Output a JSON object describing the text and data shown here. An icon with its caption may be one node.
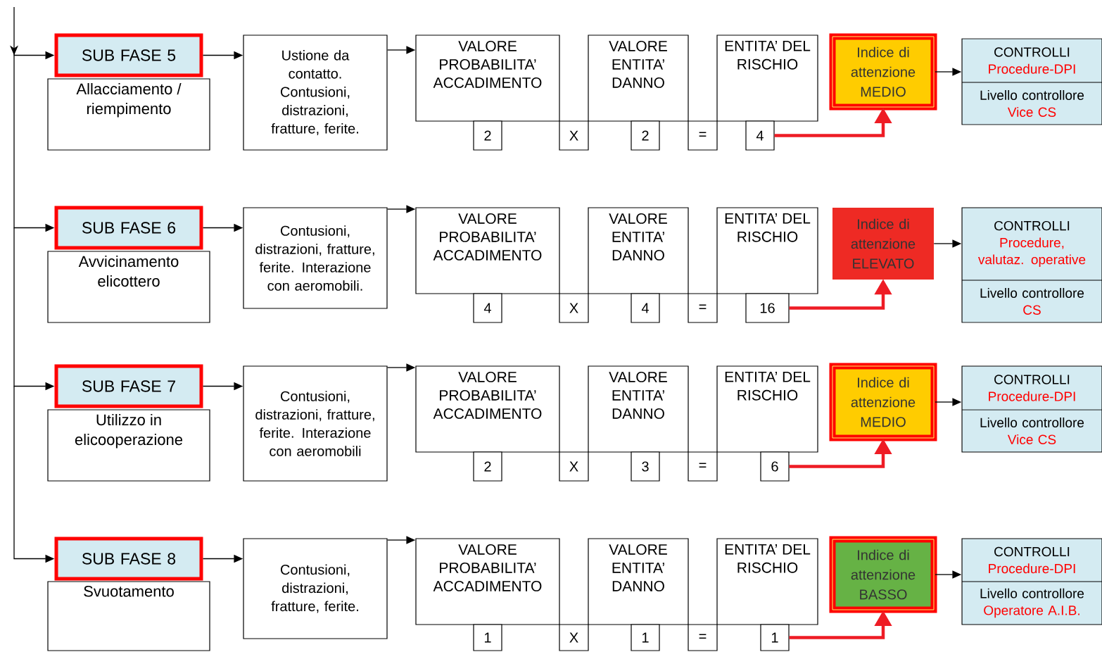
{
  "diagram": {
    "nodes": [
      {
        "text": [
          "SUB FASE 5"
        ]
      },
      {
        "text": [
          "Allacciamento / riempimento"
        ]
      },
      {
        "text": [
          "Ustione da contatto. Contusioni, distrazioni, fratture, ferite."
        ]
      },
      {
        "text": [
          "VALORE PROBABILITA’ ACCADIMENTO"
        ]
      },
      {
        "text": [
          "VALORE ENTITA’ DANNO"
        ]
      },
      {
        "text": [
          "ENTITA’ DEL RISCHIO"
        ]
      },
      {
        "text": [
          "2"
        ]
      },
      {
        "text": [
          "X"
        ]
      },
      {
        "text": [
          "2"
        ]
      },
      {
        "text": [
          "="
        ]
      },
      {
        "text": [
          "4"
        ]
      },
      {
        "text": [
          "Indice di attenzione",
          "MEDIO"
        ]
      },
      {
        "text": [
          "CONTROLLI",
          "Procedure-DPI",
          "Livello controllore",
          "Vice CS"
        ]
      },
      {
        "text": [
          "SUB FASE 6"
        ]
      },
      {
        "text": [
          "Avvicinamento elicottero"
        ]
      },
      {
        "text": [
          "Contusioni, distrazioni, fratture, ferite. Interazione con aeromobili."
        ]
      },
      {
        "text": [
          "VALORE PROBABILITA’ ACCADIMENTO"
        ]
      },
      {
        "text": [
          "VALORE ENTITA’ DANNO"
        ]
      },
      {
        "text": [
          "ENTITA’ DEL RISCHIO"
        ]
      },
      {
        "text": [
          "4"
        ]
      },
      {
        "text": [
          "X"
        ]
      },
      {
        "text": [
          "4"
        ]
      },
      {
        "text": [
          "="
        ]
      },
      {
        "text": [
          "16"
        ]
      },
      {
        "text": [
          "Indice di attenzione",
          "ELEVATO"
        ]
      },
      {
        "text": [
          "CONTROLLI",
          "Procedure, valutaz. operative",
          "Livello controllore",
          "CS"
        ]
      },
      {
        "text": [
          "SUB FASE 7"
        ]
      },
      {
        "text": [
          "Utilizzo in elicooperazione"
        ]
      },
      {
        "text": [
          "Contusioni, distrazioni, fratture, ferite. Interazione con aeromobili"
        ]
      },
      {
        "text": [
          "VALORE PROBABILITA’ ACCADIMENTO"
        ]
      },
      {
        "text": [
          "VALORE ENTITA’ DANNO"
        ]
      },
      {
        "text": [
          "ENTITA’ DEL RISCHIO"
        ]
      },
      {
        "text": [
          "2"
        ]
      },
      {
        "text": [
          "X"
        ]
      },
      {
        "text": [
          "3"
        ]
      },
      {
        "text": [
          "="
        ]
      },
      {
        "text": [
          "6"
        ]
      },
      {
        "text": [
          "Indice di attenzione",
          "MEDIO"
        ]
      },
      {
        "text": [
          "CONTROLLI",
          "Procedure-DPI",
          "Livello controllore",
          "Vice CS"
        ]
      },
      {
        "text": [
          "SUB FASE 8"
        ]
      },
      {
        "text": [
          "Svuotamento"
        ]
      },
      {
        "text": [
          "Contusioni, distrazioni, fratture, ferite."
        ]
      },
      {
        "text": [
          "VALORE PROBABILITA’ ACCADIMENTO"
        ]
      },
      {
        "text": [
          "VALORE ENTITA’ DANNO"
        ]
      },
      {
        "text": [
          "ENTITA’ DEL RISCHIO"
        ]
      },
      {
        "text": [
          "1"
        ]
      },
      {
        "text": [
          "X"
        ]
      },
      {
        "text": [
          "1"
        ]
      },
      {
        "text": [
          "="
        ]
      },
      {
        "text": [
          "1"
        ]
      },
      {
        "text": [
          "Indice di attenzione",
          "BASSO"
        ]
      },
      {
        "text": [
          "CONTROLLI",
          "Procedure-DPI",
          "Livello controllore",
          "Operatore A.I.B."
        ]
      }
    ],
    "edges": [
      {
        "from": null,
        "to": 0,
        "arrow": "to"
      },
      {
        "from": 0,
        "to": 2,
        "arrow": "to"
      },
      {
        "from": 2,
        "to": 3,
        "arrow": "to"
      },
      {
        "from": 10,
        "to": 11,
        "arrow": "to",
        "style": "thick",
        "color": "#ee1c25"
      },
      {
        "from": 11,
        "to": 12,
        "arrow": "to"
      },
      {
        "from": null,
        "to": 13,
        "arrow": "to"
      },
      {
        "from": 13,
        "to": 15,
        "arrow": "to"
      },
      {
        "from": 15,
        "to": 16,
        "arrow": "to"
      },
      {
        "from": 23,
        "to": 24,
        "arrow": "to",
        "style": "thick",
        "color": "#ee1c25"
      },
      {
        "from": 24,
        "to": 25,
        "arrow": "to"
      },
      {
        "from": null,
        "to": 26,
        "arrow": "to"
      },
      {
        "from": 26,
        "to": 28,
        "arrow": "to"
      },
      {
        "from": 28,
        "to": 29,
        "arrow": "to"
      },
      {
        "from": 36,
        "to": 37,
        "arrow": "to",
        "style": "thick",
        "color": "#ee1c25"
      },
      {
        "from": 37,
        "to": 38,
        "arrow": "to"
      },
      {
        "from": null,
        "to": 39,
        "arrow": "to"
      },
      {
        "from": 39,
        "to": 41,
        "arrow": "to"
      },
      {
        "from": 41,
        "to": 42,
        "arrow": "to"
      },
      {
        "from": 49,
        "to": 50,
        "arrow": "to",
        "style": "thick",
        "color": "#ee1c25"
      },
      {
        "from": 50,
        "to": 51,
        "arrow": "to"
      }
    ]
  }
}
